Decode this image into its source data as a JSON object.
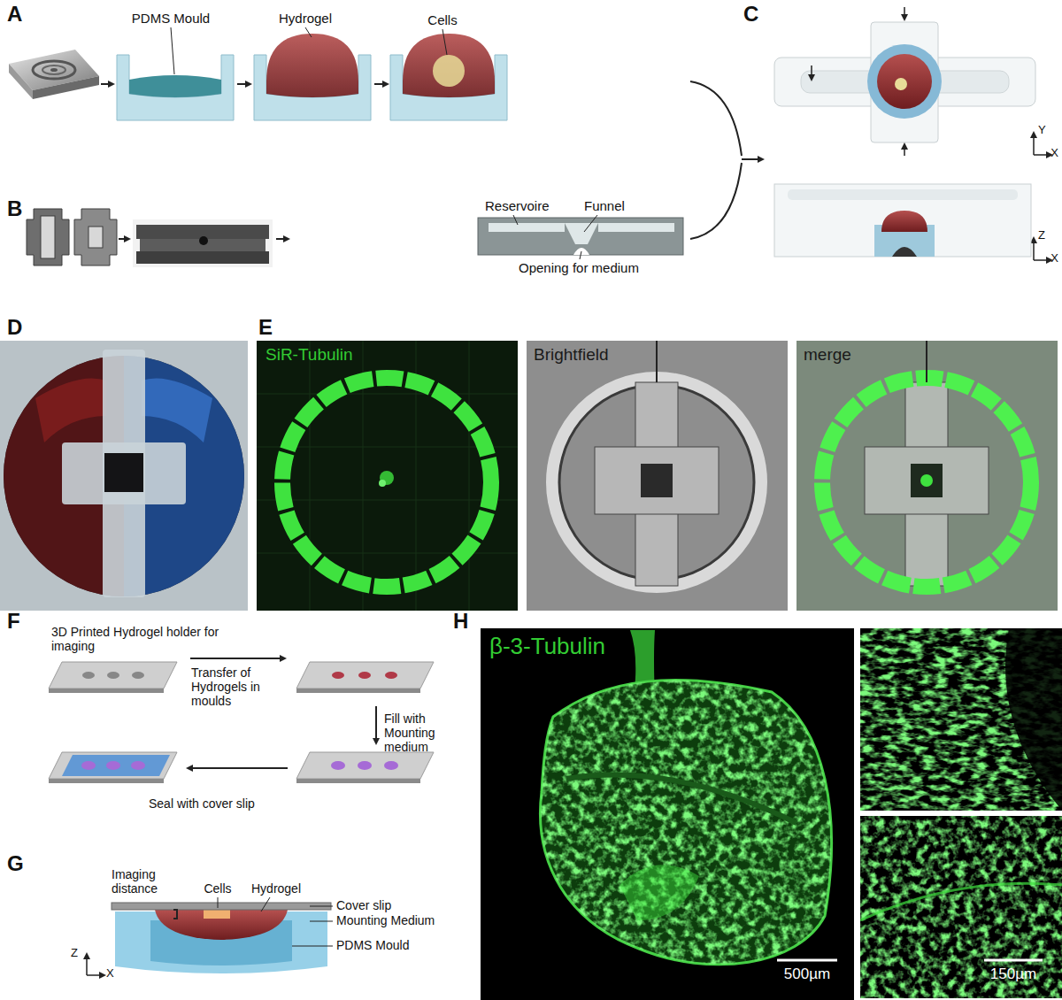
{
  "diagram": {
    "labels": [
      "A",
      "PDMS Mould",
      "Hydrogel",
      "Cells",
      "C",
      "B",
      "Reservoire",
      "Funnel",
      "Opening for medium",
      "Y",
      "X",
      "Z",
      "X",
      "D",
      "E",
      "SiR-Tubulin",
      "Brightfield",
      "merge",
      "F",
      "3D Printed Hydrogel holder for imaging",
      "Transfer of Hydrogels in moulds",
      "Fill with Mounting medium",
      "Seal with cover slip",
      "G",
      "Imaging distance",
      "Cells",
      "Hydrogel",
      "Cover slip",
      "Mounting Medium",
      "PDMS Mould",
      "Z",
      "X",
      "H",
      "β-3-Tubulin",
      "500µm",
      "150µm"
    ]
  }
}
